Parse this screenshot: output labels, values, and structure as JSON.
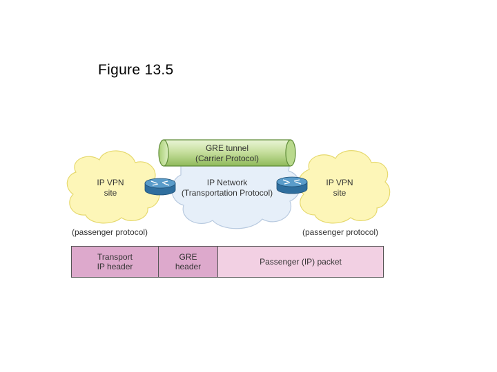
{
  "slide": {
    "title": "Figure 13.5"
  },
  "diagram": {
    "tunnel": {
      "label": "GRE tunnel\n(Carrier Protocol)"
    },
    "left_site": {
      "label": "IP VPN\nsite",
      "caption": "(passenger protocol)"
    },
    "center_network": {
      "label": "IP Network\n(Transportation Protocol)"
    },
    "right_site": {
      "label": "IP VPN\nsite",
      "caption": "(passenger protocol)"
    },
    "packet": [
      {
        "label": "Transport\nIP header",
        "color": "#dda9cc"
      },
      {
        "label": "GRE\nheader",
        "color": "#dda9cc"
      },
      {
        "label": "Passenger (IP) packet",
        "color": "#f2d0e3"
      }
    ]
  },
  "colors": {
    "vpn_cloud": "#fdf6b8",
    "network_cloud": "#e6eff9",
    "tunnel": "#c8e0a0",
    "router": "#3d82b5"
  }
}
